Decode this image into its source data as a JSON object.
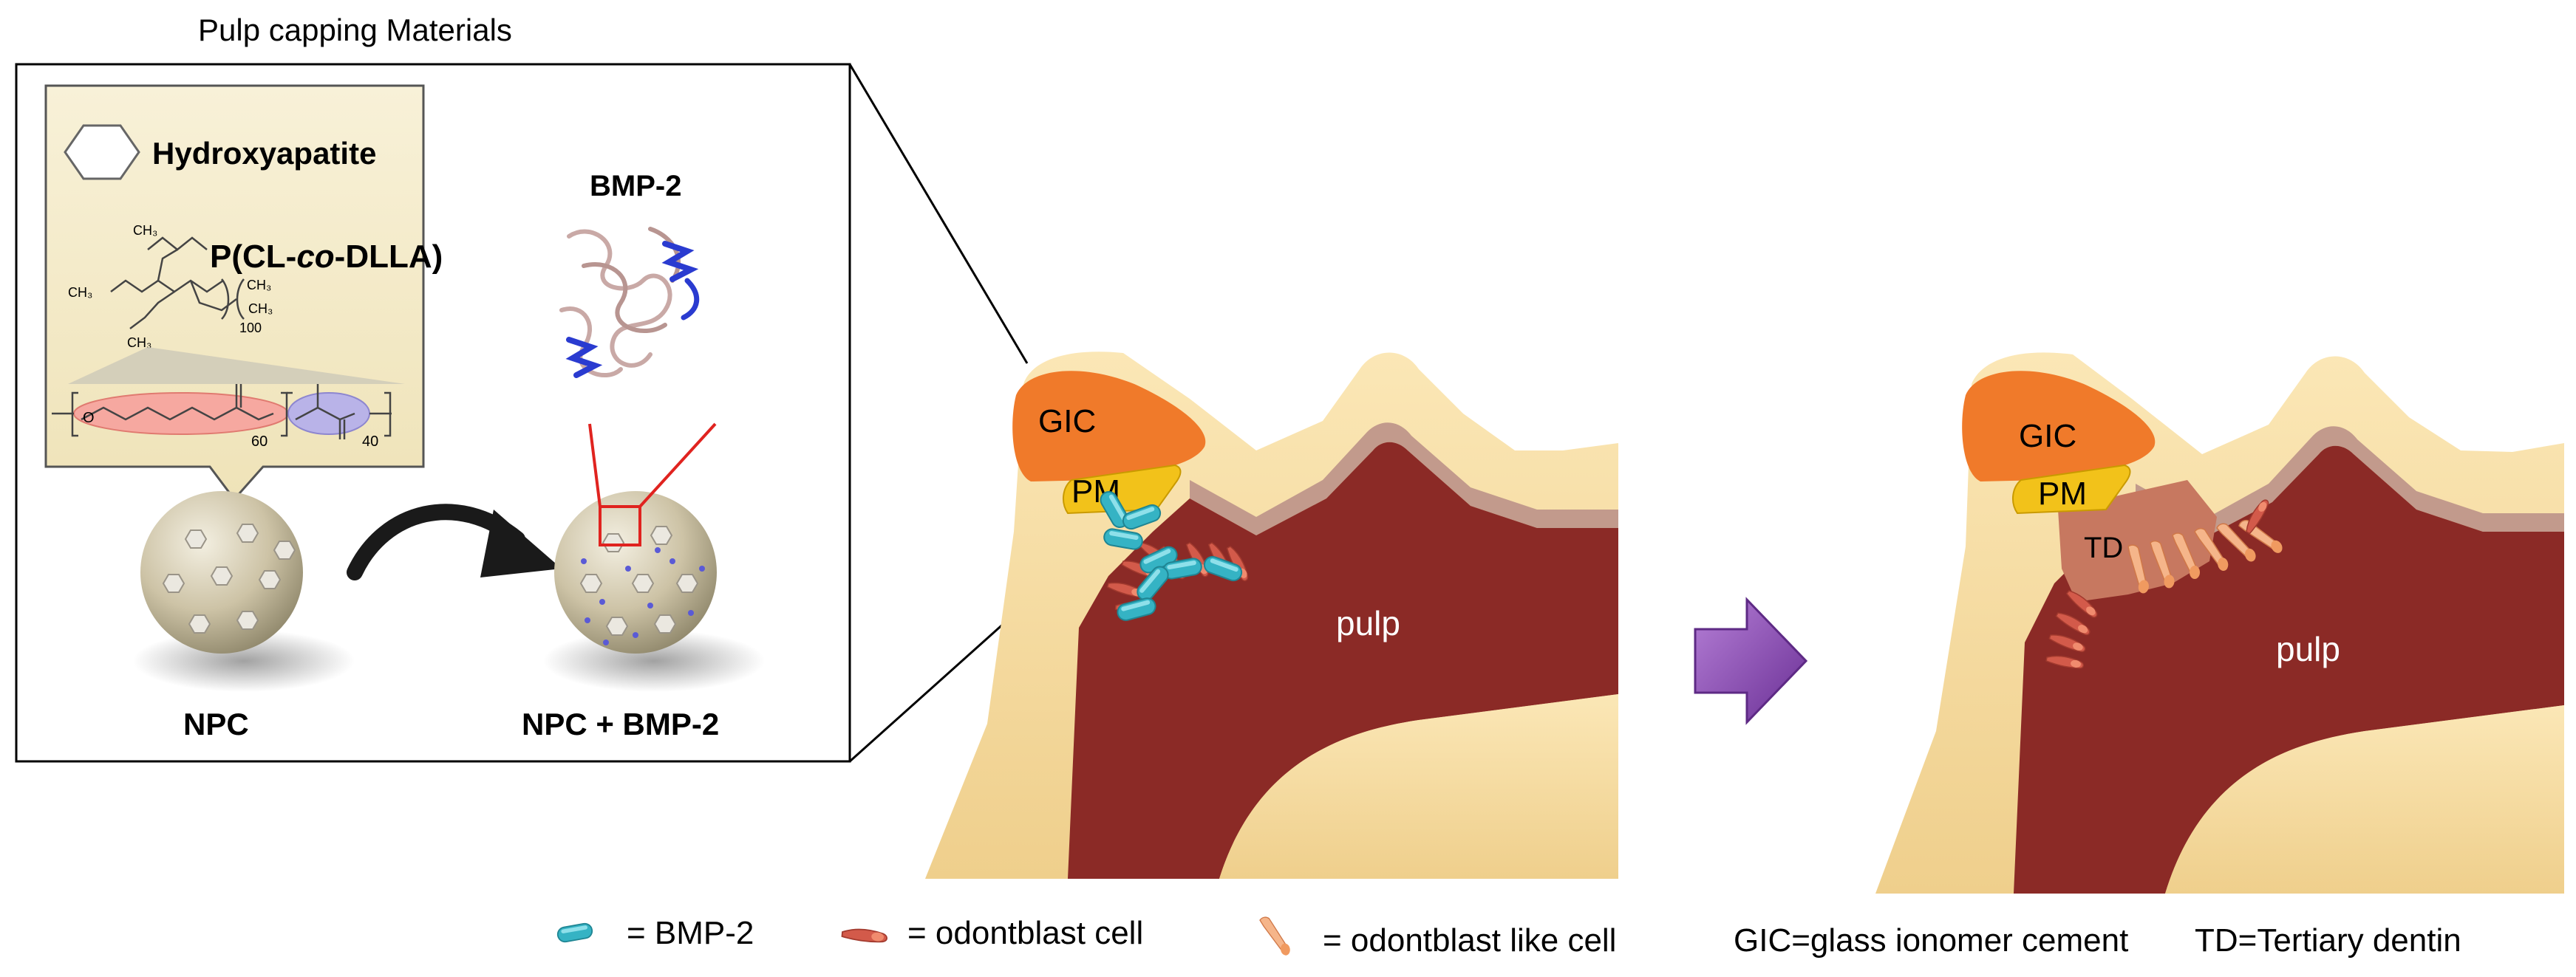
{
  "header": {
    "title": "Pulp capping Materials"
  },
  "materials": {
    "hydroxyapatite": "Hydroxyapatite",
    "polymer_prefix": "P(CL-",
    "polymer_co": "co",
    "polymer_suffix": "-DLLA)",
    "bmp2": "BMP-2",
    "npc": "NPC",
    "npc_bmp2": "NPC + BMP-2"
  },
  "structure_labels": {
    "ch3_a": "CH₃",
    "ch3_b": "CH₃",
    "ch3_c": "CH₃",
    "ch3_d": "CH₃",
    "ch3_e": "CH₃",
    "n100": "100",
    "n60": "60",
    "n40": "40",
    "o_label": "O"
  },
  "tooth_before": {
    "gic": "GIC",
    "pm": "PM",
    "pulp": "pulp"
  },
  "tooth_after": {
    "gic": "GIC",
    "pm": "PM",
    "td": "TD",
    "pulp": "pulp"
  },
  "legend": {
    "bmp2": "= BMP-2",
    "odontoblast": "= odontblast cell",
    "odontoblast_like": "= odontblast like cell",
    "abbrev_gic": "GIC=glass ionomer cement",
    "abbrev_td": "TD=Tertiary  dentin"
  },
  "colors": {
    "gic": "#f07a2a",
    "pm": "#f2c21a",
    "pulp": "#8b2a26",
    "dentin": "#f3d9a0",
    "bmp2_rod": "#35b3c4",
    "arrow": "#8a4fb0"
  }
}
